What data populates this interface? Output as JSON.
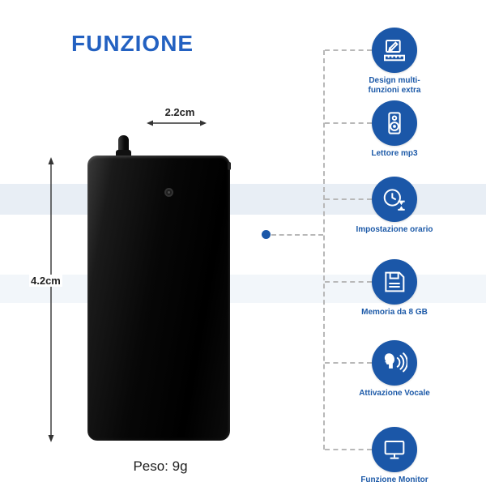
{
  "title": "FUNZIONE",
  "device": {
    "name": "voice-recorder",
    "width_label": "2.2cm",
    "height_label": "4.2cm",
    "weight_label": "Peso: 9g"
  },
  "features": [
    {
      "icon": "design-tools-icon",
      "label": "Design multi-funzioni extra"
    },
    {
      "icon": "speaker-icon",
      "label": "Lettore mp3"
    },
    {
      "icon": "time-setting-icon",
      "label": "Impostazione orario"
    },
    {
      "icon": "memory-disk-icon",
      "label": "Memoria da 8 GB"
    },
    {
      "icon": "voice-activation-icon",
      "label": "Attivazione Vocale"
    },
    {
      "icon": "monitor-icon",
      "label": "Funzione Monitor"
    }
  ],
  "colors": {
    "accent": "#1b57a8",
    "title": "#2361c1",
    "band": "#e8eef5",
    "dash": "#b8b8b8",
    "device": "#000000"
  }
}
